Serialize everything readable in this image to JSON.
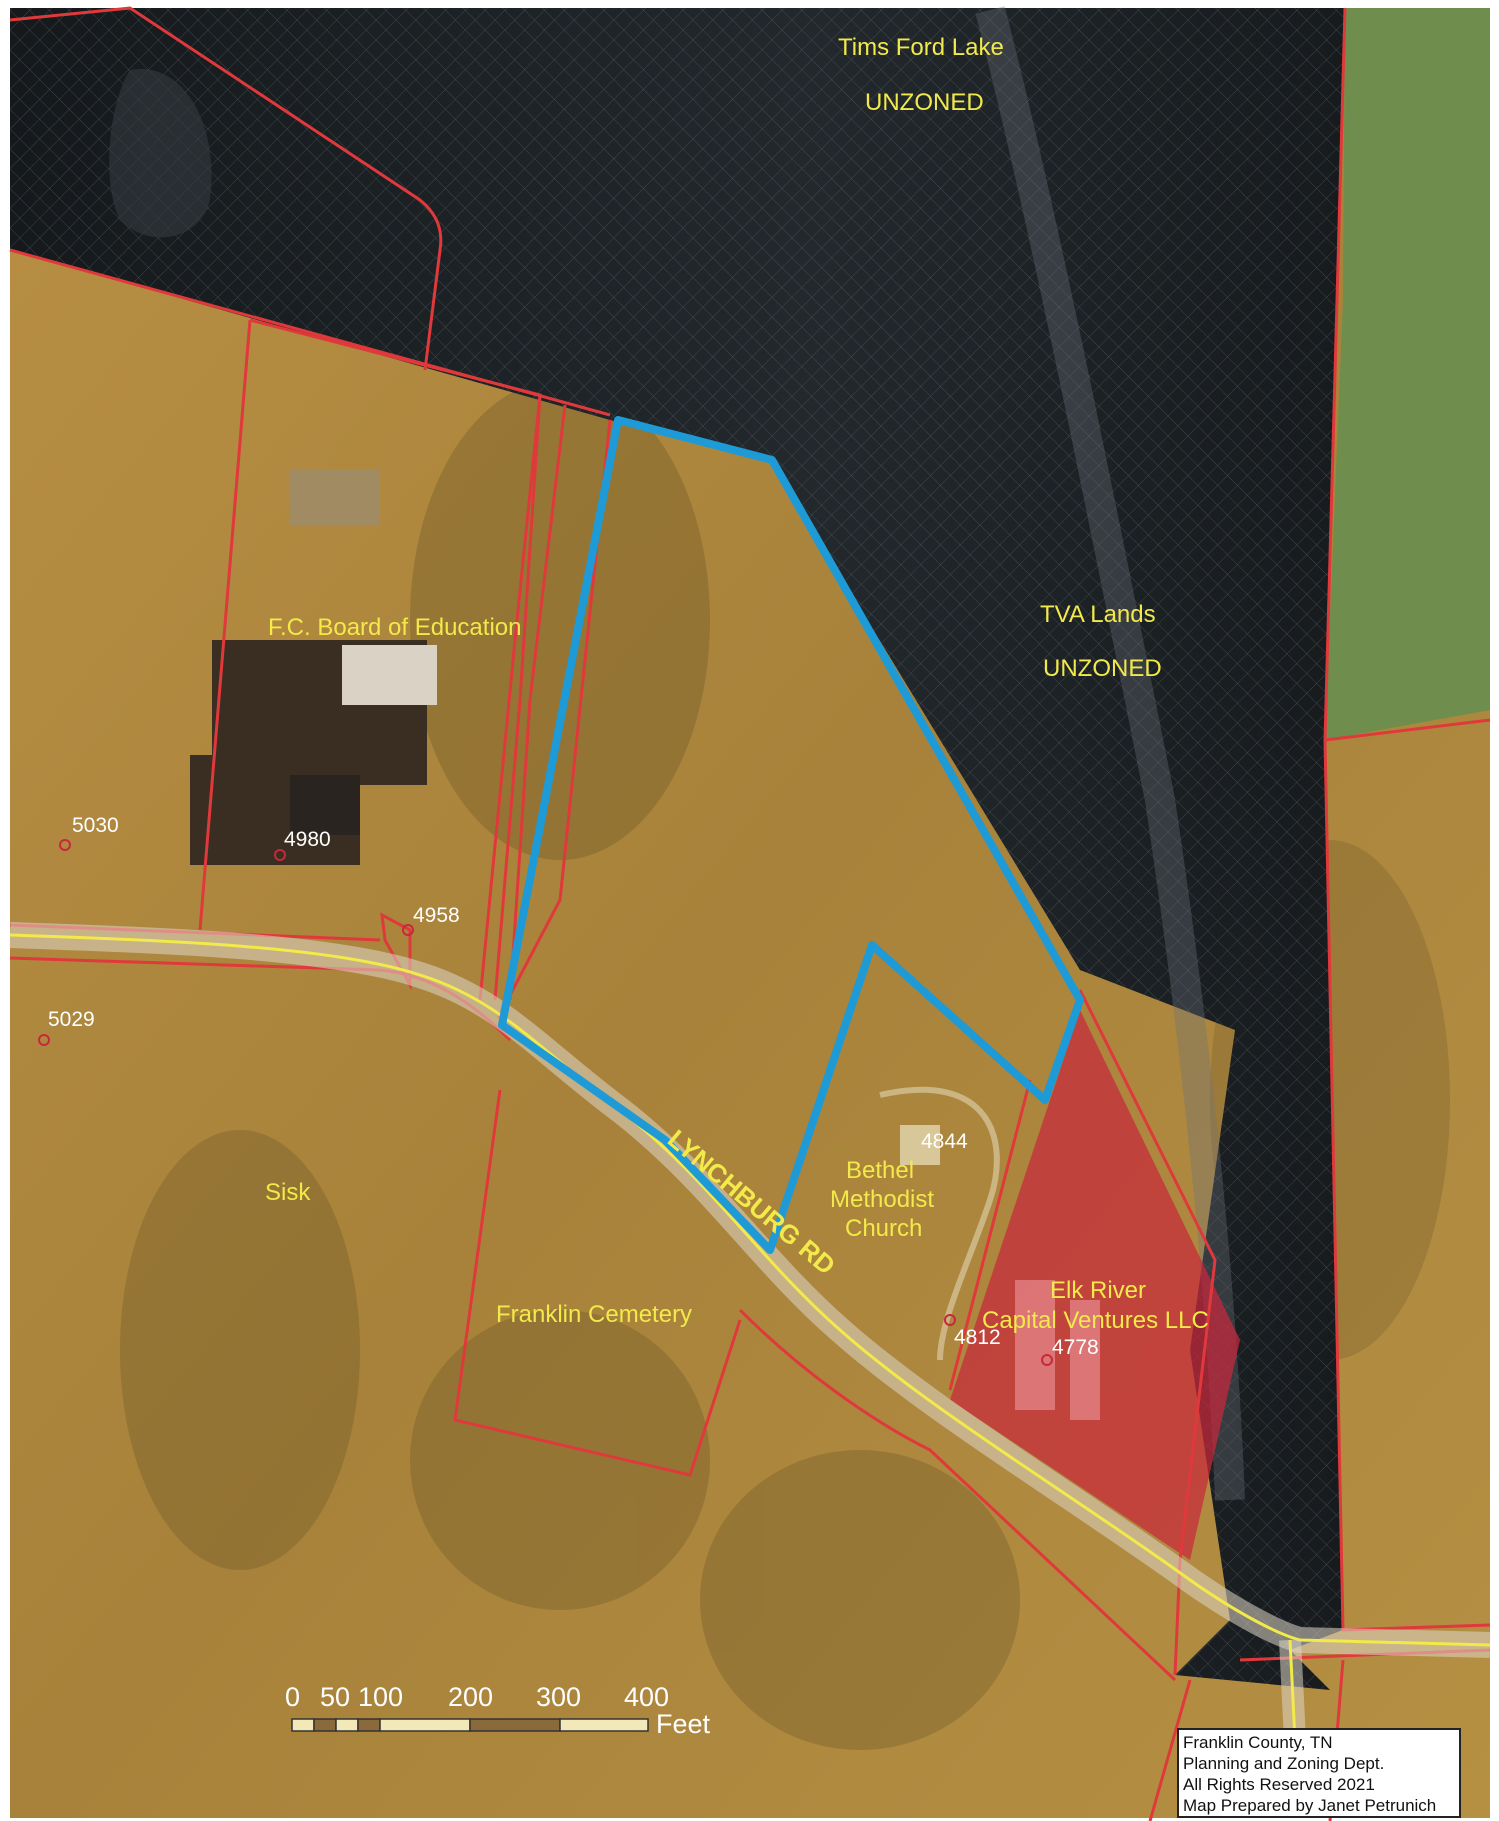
{
  "map": {
    "labels": {
      "tims_ford_lake": "Tims Ford Lake",
      "tims_ford_unzoned": "UNZONED",
      "tva_lands": "TVA Lands",
      "tva_unzoned": "UNZONED",
      "board_of_education": "F.C. Board of Education",
      "sisk": "Sisk",
      "franklin_cemetery": "Franklin Cemetery",
      "church_line1": "Bethel",
      "church_line2": "Methodist",
      "church_line3": "Church",
      "elk_line1": "Elk River",
      "elk_line2": "Capital Ventures LLC",
      "road": "LYNCHBURG RD"
    },
    "addresses": {
      "a5030": "5030",
      "a4980": "4980",
      "a4958": "4958",
      "a5029": "5029",
      "a4844": "4844",
      "a4812": "4812",
      "a4778": "4778"
    },
    "colors": {
      "subject_parcel_outline": "#1e9ad6",
      "parcel_lines": "#e0393b",
      "road_line": "#f2e94a",
      "label_text": "#f2e94a",
      "commercial_zone": "#c8283c",
      "tva_water": "#1b2024",
      "farmland": "#b08a3e",
      "green_field": "#6f8d4c"
    }
  },
  "scale_bar": {
    "ticks": [
      "0",
      "50",
      "100",
      "200",
      "300",
      "400"
    ],
    "unit": "Feet"
  },
  "credits": {
    "line1": "Franklin County, TN",
    "line2": "Planning and Zoning Dept.",
    "line3": "All Rights Reserved 2021",
    "line4": "Map Prepared by Janet Petrunich"
  }
}
